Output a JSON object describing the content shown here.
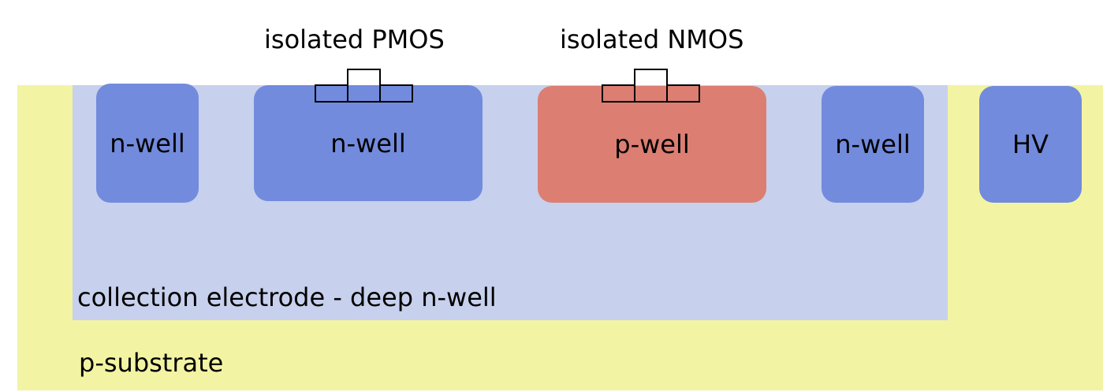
{
  "regions": {
    "substrate": {
      "label": "p-substrate"
    },
    "deep_nwell": {
      "label": "collection electrode - deep n-well"
    }
  },
  "wells": [
    {
      "label": "n-well"
    },
    {
      "label": "n-well"
    },
    {
      "label": "p-well"
    },
    {
      "label": "n-well"
    },
    {
      "label": "HV"
    }
  ],
  "transistors": {
    "pmos": {
      "label": "isolated PMOS"
    },
    "nmos": {
      "label": "isolated NMOS"
    }
  },
  "colors": {
    "substrate": "#f3f4a3",
    "deep_nwell": "#c7d0ec",
    "n_well": "#728bdd",
    "p_well": "#dc7e72"
  }
}
